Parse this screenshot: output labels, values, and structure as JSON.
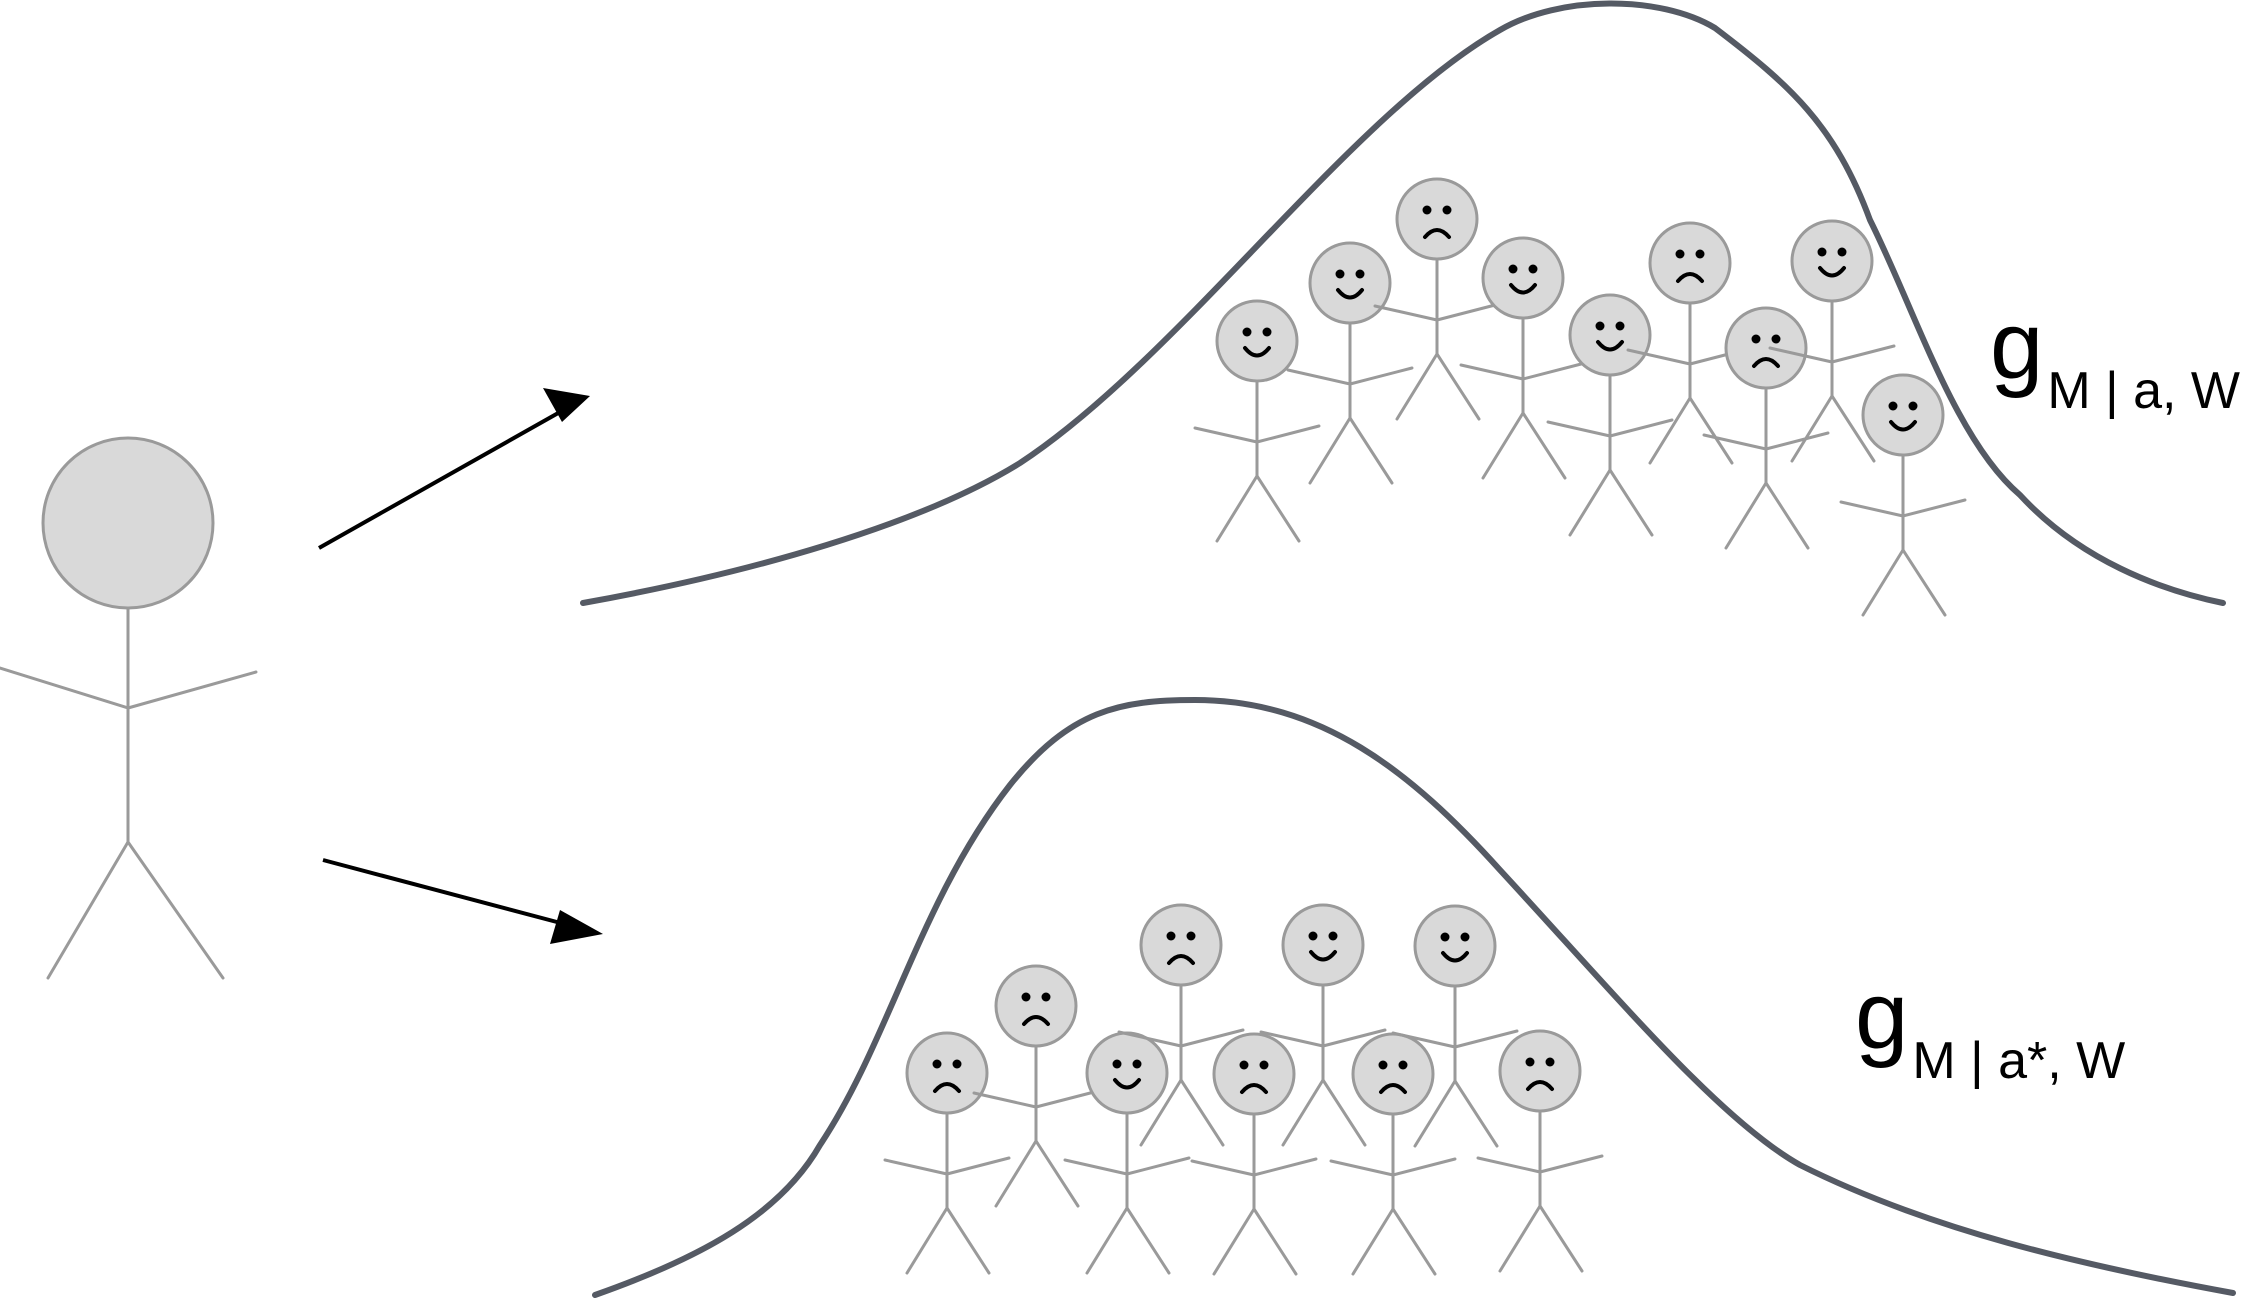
{
  "diagram": {
    "top_label": {
      "symbol": "g",
      "subscript": "M | a, W"
    },
    "bottom_label": {
      "symbol": "g",
      "subscript": "M | a*, W"
    },
    "top_population_moods": [
      "happy",
      "happy",
      "sad",
      "happy",
      "happy",
      "sad",
      "sad",
      "happy",
      "happy"
    ],
    "bottom_population_moods": [
      "sad",
      "sad",
      "happy",
      "sad",
      "sad",
      "happy",
      "sad",
      "happy",
      "sad"
    ],
    "colors": {
      "curve": "#555a64",
      "figure_stroke": "#9a9a9a",
      "figure_head_fill": "#d9d9d9",
      "arrow": "#000000"
    }
  }
}
